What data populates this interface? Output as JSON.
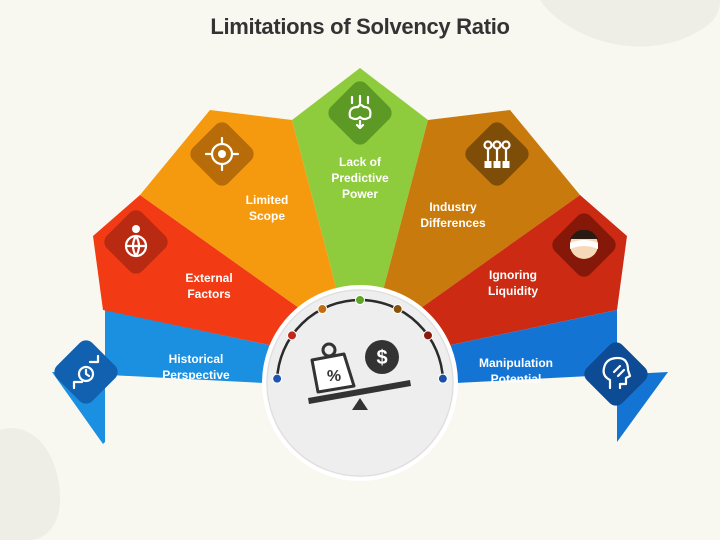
{
  "title": "Limitations of Solvency Ratio",
  "segments": [
    {
      "id": "historical",
      "line1": "Historical",
      "line2": "Perspective",
      "icon": "time-arrows-icon",
      "color": "#1b8fe0",
      "tile_color": "#1261b0",
      "dot_color": "#1d55b5"
    },
    {
      "id": "external",
      "line1": "External",
      "line2": "Factors",
      "icon": "globe-person-icon",
      "color": "#f23a14",
      "tile_color": "#b82a12",
      "dot_color": "#c0281b"
    },
    {
      "id": "limited",
      "line1": "Limited",
      "line2": "Scope",
      "icon": "target-gear-icon",
      "color": "#f59a0f",
      "tile_color": "#b76b09",
      "dot_color": "#c06d10"
    },
    {
      "id": "predictive",
      "line1": "Lack of",
      "line2": "Predictive",
      "line3": "Power",
      "icon": "brain-network-icon",
      "color": "#8fcc3d",
      "tile_color": "#5c9a25",
      "dot_color": "#5fa52a"
    },
    {
      "id": "industry",
      "line1": "Industry",
      "line2": "Differences",
      "icon": "hands-options-icon",
      "color": "#c97a0d",
      "tile_color": "#7e4d08",
      "dot_color": "#8a5109"
    },
    {
      "id": "liquidity",
      "line1": "Ignoring",
      "line2": "Liquidity",
      "icon": "blindfold-head-icon",
      "color": "#cc2a12",
      "tile_color": "#861809",
      "dot_color": "#8c1a0c"
    },
    {
      "id": "manipulation",
      "line1": "Manipulation",
      "line2": "Potential",
      "icon": "head-hand-icon",
      "color": "#1474d4",
      "tile_color": "#0d4b94",
      "dot_color": "#1b4fa8"
    }
  ],
  "center": {
    "icon": "percent-dollar-scale-icon",
    "percent_symbol": "%",
    "dollar_symbol": "$"
  }
}
